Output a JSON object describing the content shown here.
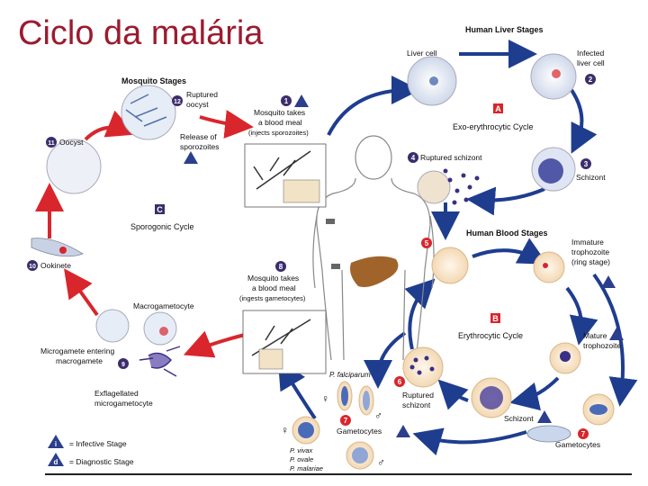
{
  "slide_title": "Ciclo da malária",
  "diagram": {
    "sections": {
      "mosquito": "Mosquito Stages",
      "liver": "Human Liver Stages",
      "blood": "Human Blood Stages"
    },
    "cycles": {
      "sporogonic": "Sporogonic Cycle",
      "exo": "Exo-erythrocytic Cycle",
      "erythrocytic": "Erythrocytic Cycle"
    },
    "cycle_letters": {
      "a": "A",
      "b": "B",
      "c": "C"
    },
    "steps": {
      "s1": {
        "num": "1",
        "lines": [
          "Mosquito takes",
          "a blood meal",
          "(injects sporozoites)"
        ]
      },
      "s2": {
        "num": "2",
        "lines": [
          "Infected",
          "liver cell"
        ]
      },
      "s3": {
        "num": "3",
        "lines": [
          "Schizont"
        ]
      },
      "s4": {
        "num": "4",
        "lines": [
          "Ruptured schizont"
        ]
      },
      "s5": {
        "num": "5"
      },
      "s6": {
        "num": "6",
        "lines": [
          "Ruptured",
          "schizont"
        ]
      },
      "s7": {
        "num": "7",
        "lines": [
          "Gametocytes"
        ]
      },
      "s7b": {
        "num": "7",
        "lines": [
          "Gametocytes"
        ]
      },
      "s8": {
        "num": "8",
        "lines": [
          "Mosquito takes",
          "a blood meal",
          "(ingests gametocytes)"
        ]
      },
      "s9": {
        "num": "9",
        "lines": [
          "Microgamete entering",
          "macrogamete"
        ]
      },
      "s10": {
        "num": "10",
        "lines": [
          "Ookinete"
        ]
      },
      "s11": {
        "num": "11",
        "lines": [
          "Oocyst"
        ]
      },
      "s12": {
        "num": "12",
        "lines": [
          "Ruptured",
          "oocyst"
        ]
      }
    },
    "labels": {
      "liver_cell": "Liver cell",
      "release": [
        "Release of",
        "sporozoites"
      ],
      "immature": [
        "Immature",
        "trophozoite",
        "(ring stage)"
      ],
      "mature": [
        "Mature",
        "trophozoite"
      ],
      "schizont_blood": "Schizont",
      "macrogametocyte": "Macrogametocyte",
      "exflagellated": [
        "Exflagellated",
        "microgametocyte"
      ],
      "falciparum": "P. falciparum",
      "others": [
        "P. vivax",
        "P. ovale",
        "P. malariae"
      ],
      "female": "♀",
      "male": "♂"
    },
    "legend": {
      "infective_symbol": "i",
      "infective": "= Infective Stage",
      "diagnostic_symbol": "d",
      "diagnostic": "= Diagnostic Stage"
    }
  },
  "colors": {
    "title": "#9b1b2e",
    "red_arrow": "#d8262c",
    "blue_arrow": "#1f3d8f",
    "badge": "#3b2d6b",
    "triangle": "#2c3f8c",
    "step5_6_7": "#d8262c",
    "cell_fill": "#fbe8cf",
    "liver_fill": "#a0642a",
    "parasite": "#3a2f86"
  }
}
